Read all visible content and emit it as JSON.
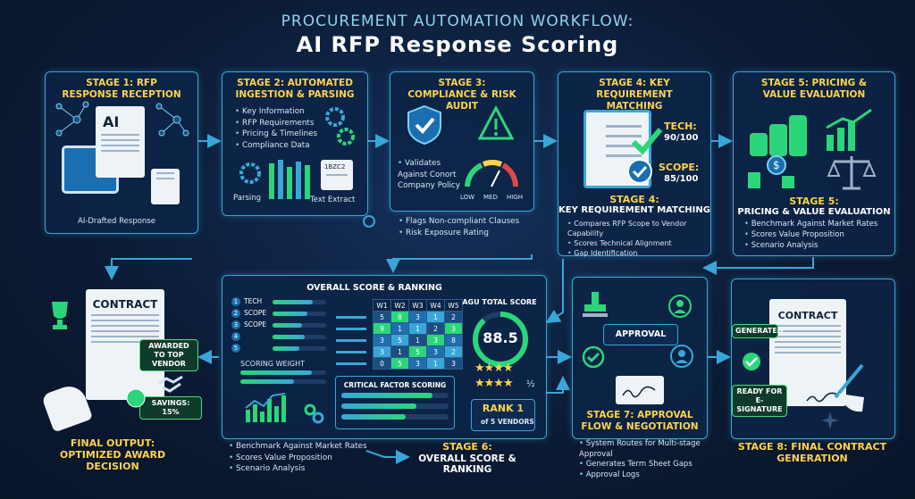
{
  "header": {
    "subtitle": "Procurement Automation Workflow:",
    "title": "AI RFP Response Scoring"
  },
  "colors": {
    "accent": "#3aa6d8",
    "highlight": "#ffd34d",
    "success": "#2bd67b",
    "background": "#0b1a33"
  },
  "stage1": {
    "title": "Stage 1: RFP Response Reception",
    "doc_label": "AI",
    "caption": "AI-Drafted Response"
  },
  "stage2": {
    "title": "Stage 2: Automated Ingestion & Parsing",
    "bullets": [
      "Key Information",
      "RFP Requirements",
      "Pricing & Timelines",
      "Compliance Data"
    ],
    "parsing_label": "Parsing",
    "text_extract_label": "Text Extract",
    "doc_code": "1BZC2"
  },
  "stage3": {
    "title": "Stage 3: Compliance & Risk Audit",
    "policy_bullet": "Validates Against Conort Company Policy",
    "gauge_labels": [
      "LOW",
      "MED",
      "HIGH"
    ],
    "bullets": [
      "Flags Non-compliant Clauses",
      "Risk Exposure Rating"
    ]
  },
  "stage4": {
    "title": "Stage 4: Key Requirement Matching",
    "tech_label": "TECH:",
    "tech_score": "90/100",
    "scope_label": "SCOPE:",
    "scope_score": "85/100",
    "sub_title1": "Stage 4:",
    "sub_title2": "Key Requirement Matching",
    "bullets": [
      "Compares RFP Scope to Vendor Capability",
      "Scores Technical Alignment",
      "Gap Identification"
    ]
  },
  "stage5": {
    "title": "Stage 5: Pricing & Value Evaluation",
    "sub_title1": "Stage 5:",
    "sub_title2": "Pricing & Value Evaluation",
    "bullets": [
      "Benchmark Against Market Rates",
      "Scores Value Proposition",
      "Scenario Analysis"
    ]
  },
  "stage6": {
    "panel_title": "Overall Score & Ranking",
    "list": [
      {
        "num": "1",
        "label": "TECH",
        "fill": 0.75
      },
      {
        "num": "2",
        "label": "SCOPE",
        "fill": 0.65
      },
      {
        "num": "3",
        "label": "SCOPE",
        "fill": 0.55
      },
      {
        "num": "4",
        "label": "",
        "fill": 0.6
      },
      {
        "num": "5",
        "label": "",
        "fill": 0.5
      }
    ],
    "grid_headers": [
      "W1",
      "W2",
      "W3",
      "W4",
      "W5"
    ],
    "grid_rows": [
      [
        "5",
        "8",
        "3",
        "1",
        "2"
      ],
      [
        "9",
        "1",
        "1",
        "2",
        "3"
      ],
      [
        "3",
        "5",
        "1",
        "3",
        "8"
      ],
      [
        "3",
        "1",
        "5",
        "3",
        "2"
      ],
      [
        "0",
        "5",
        "3",
        "1",
        "3"
      ]
    ],
    "weight_label": "Scoring Weight",
    "critical_label": "Critical Factor Scoring",
    "critical_fills": [
      0.85,
      0.7,
      0.6
    ],
    "avg_label": "AGU TOTAL SCORE",
    "avg_score": "88.5",
    "rating_stars": 4.5,
    "rating_text": "½",
    "rank_label": "RANK 1",
    "rank_sub": "of 5 VENDORS",
    "stage_title1": "Stage 6:",
    "stage_title2": "Overall Score & Ranking",
    "bullets": [
      "Benchmark Against Market Rates",
      "Scores Value Proposition",
      "Scenario Analysis"
    ]
  },
  "stage7": {
    "approval_label": "APPROVAL",
    "title": "Stage 7: Approval Flow & Negotiation",
    "bullets": [
      "System Routes for Multi-stage Approval",
      "Generates Term Sheet Gaps",
      "Approval Logs"
    ]
  },
  "stage8": {
    "doc_label": "CONTRACT",
    "generated_badge": "GENERATED",
    "ready_badge": "READY FOR E-SIGNATURE",
    "title": "Stage 8: Final Contract Generation"
  },
  "final": {
    "doc_label": "CONTRACT",
    "awarded_badge": "AWARDED TO TOP VENDOR",
    "savings_badge": "SAVINGS: 15%",
    "title": "Final Output: Optimized Award Decision"
  }
}
